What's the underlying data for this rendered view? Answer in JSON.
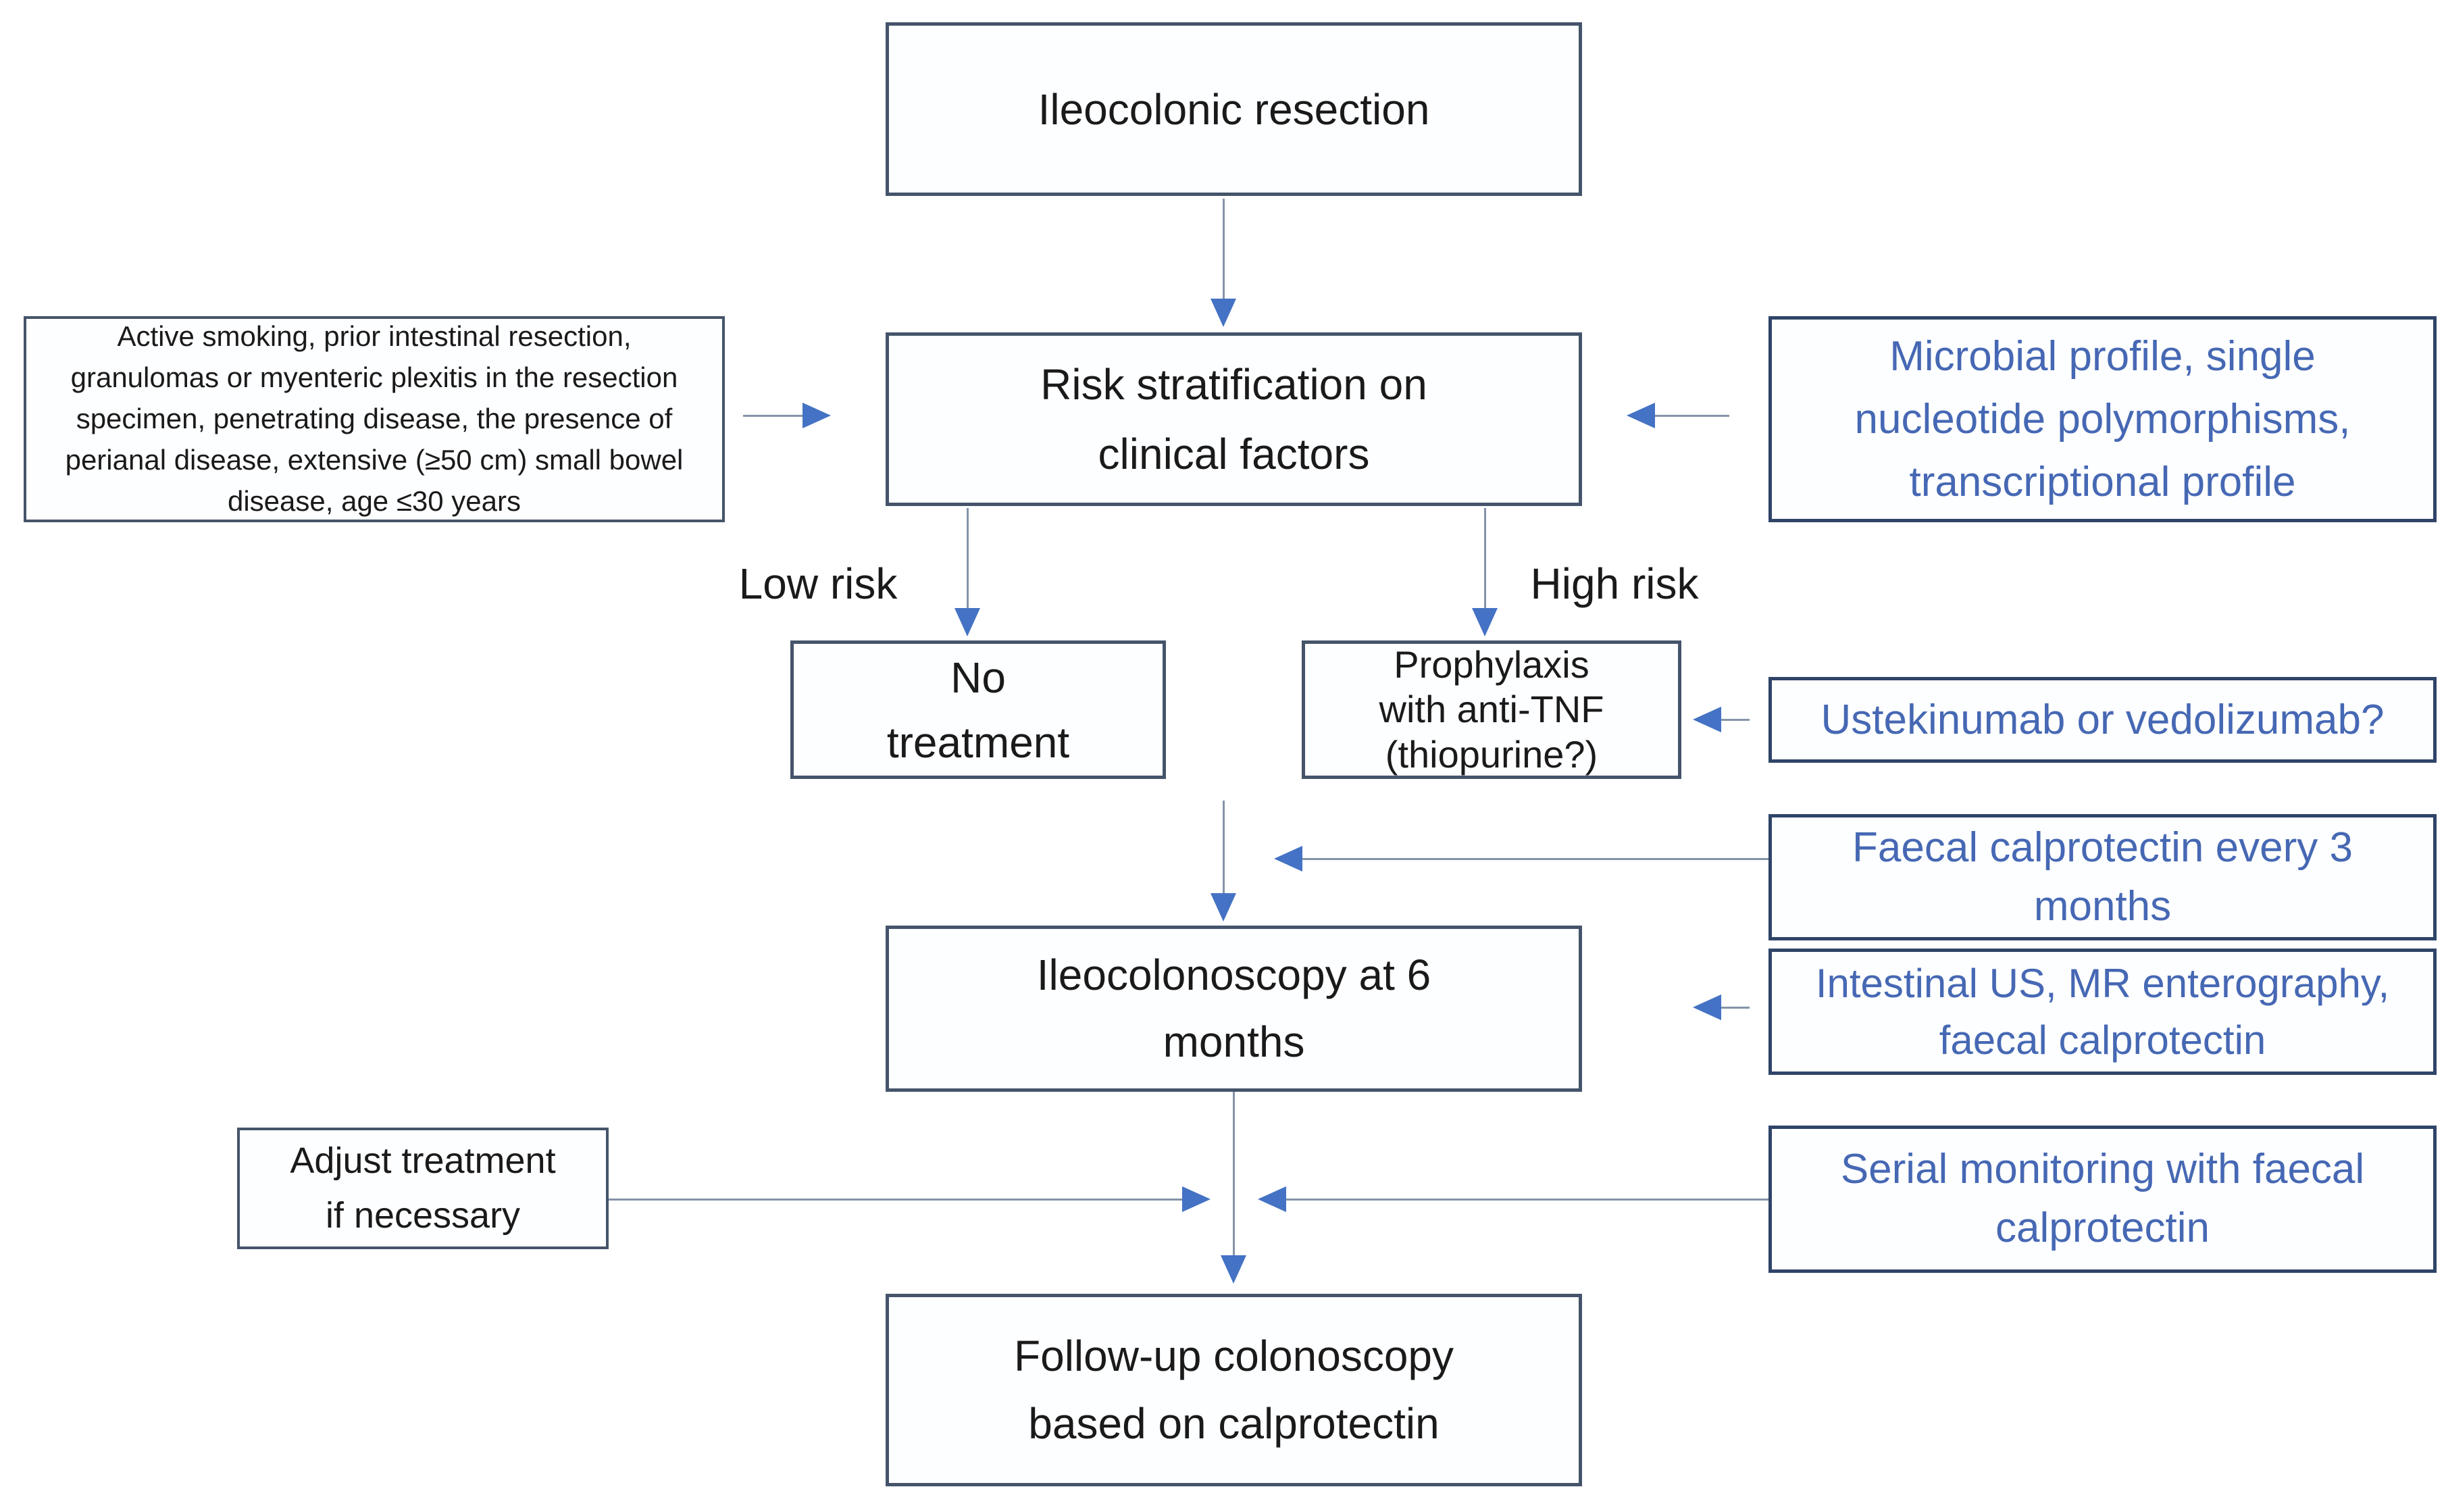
{
  "nodes": {
    "ileocolonic": {
      "label": "Ileocolonic resection"
    },
    "factors": {
      "label": "Active smoking, prior intestinal resection,\ngranulomas or myenteric plexitis in the resection\nspecimen, penetrating disease, the presence of\nperianal disease, extensive (≥50 cm) small bowel\ndisease, age ≤30 years"
    },
    "risk": {
      "label": "Risk stratification on\nclinical factors"
    },
    "microbial": {
      "label": "Microbial profile, single\nnucleotide polymorphisms,\ntranscriptional profile"
    },
    "no_treatment": {
      "label": "No\ntreatment"
    },
    "prophylaxis": {
      "label": "Prophylaxis\nwith anti-TNF\n(thiopurine?)"
    },
    "ustekinumab": {
      "label": "Ustekinumab or vedolizumab?"
    },
    "faecal3": {
      "label": "Faecal calprotectin every 3\nmonths"
    },
    "ileocolonoscopy": {
      "label": "Ileocolonoscopy at 6\nmonths"
    },
    "intestinal": {
      "label": "Intestinal US, MR enterography,\nfaecal calprotectin"
    },
    "adjust": {
      "label": "Adjust treatment\nif necessary"
    },
    "serial": {
      "label": "Serial monitoring with faecal\ncalprotectin"
    },
    "followup": {
      "label": "Follow-up colonoscopy\nbased on calprotectin"
    }
  },
  "labels": {
    "low_risk": "Low risk",
    "high_risk": "High risk"
  },
  "colors": {
    "background": "#FFFFFF",
    "box_fill": "#FDFEFF",
    "box_border": "#44546A",
    "blue_box_border": "#2F4468",
    "black_text": "#1A1A1A",
    "blue_text": "#4668B4",
    "connector_line": "#8494A8",
    "arrowhead": "#4472C4"
  }
}
